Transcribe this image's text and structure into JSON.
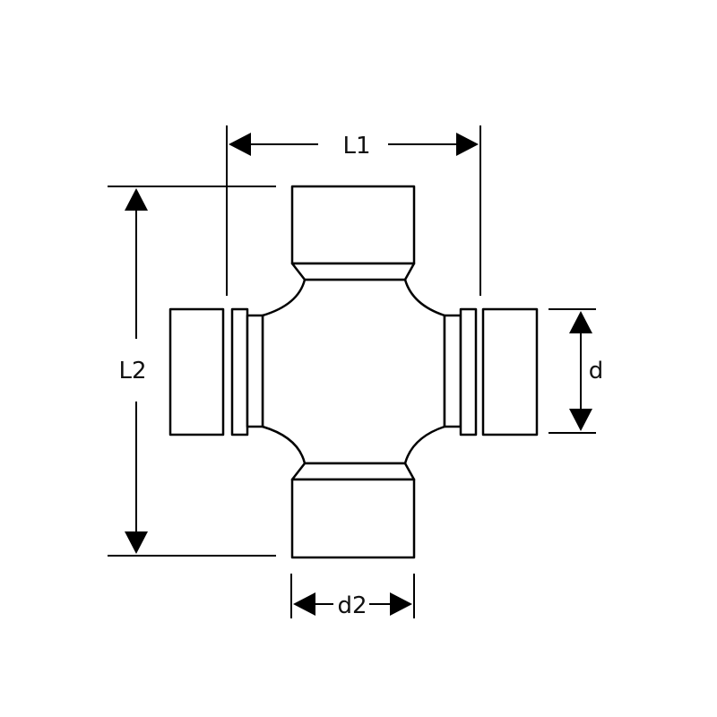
{
  "diagram": {
    "labels": {
      "L1": "L1",
      "L2": "L2",
      "d": "d",
      "d2": "d2"
    },
    "colors": {
      "line": "#000000",
      "background": "#ffffff"
    }
  }
}
